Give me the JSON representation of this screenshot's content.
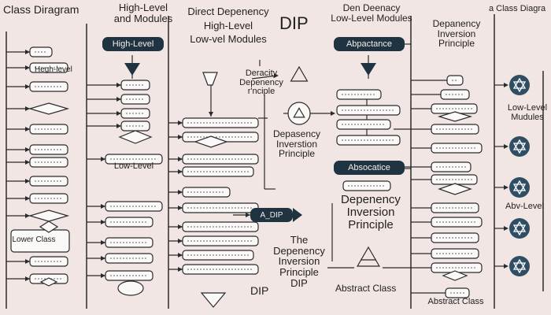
{
  "colors": {
    "background": "#f1e6e3",
    "box_fill": "#fbf9f7",
    "stroke": "#2b2b2b",
    "dark_fill": "#1f3340",
    "dark_text": "#f2eee9",
    "teal_badge": "#2f4e63"
  },
  "header": {
    "title_left": "Class Diragram",
    "high_level_modules": [
      "High-Level",
      "and Modules"
    ],
    "direct_dependency": [
      "Direct Depenency",
      "High-Level",
      "Low-vel Modules"
    ],
    "dip_title": "DIP",
    "den_low_level": [
      "Den Deenacy",
      "Low-Level Modules"
    ],
    "dependency_inversion_top": [
      "Depanency",
      "Inversion",
      "Principle"
    ],
    "class_diagram_right": "a Class Diagra"
  },
  "labels": {
    "high_level_small": "Hegh-level",
    "lower_class": "Lower Class",
    "low_level_box": "Low-Level",
    "deractiy": [
      "Deracity",
      "Depenency",
      "r'nciple"
    ],
    "depasency_inversion": [
      "Depasency",
      "Inverstion",
      "Principle"
    ],
    "dependency_inversion_big": [
      "Depenency",
      "Inversion",
      "Principle"
    ],
    "the_dip": [
      "The",
      "Depenency",
      "Inversion",
      "Principle",
      "DIP"
    ],
    "dip_bottom": "DIP",
    "abstract_class": "Abstract Class",
    "abstract_class_bottom": "Abstract Class",
    "low_level_modules_right": [
      "Low-Level",
      "Mudules"
    ],
    "abv_level": "Abv-Level"
  },
  "pills": {
    "high_level": "High-Level",
    "abpactance": "Abpactance",
    "absocatice": "Absocatice",
    "a_dip": "A_DIP"
  }
}
